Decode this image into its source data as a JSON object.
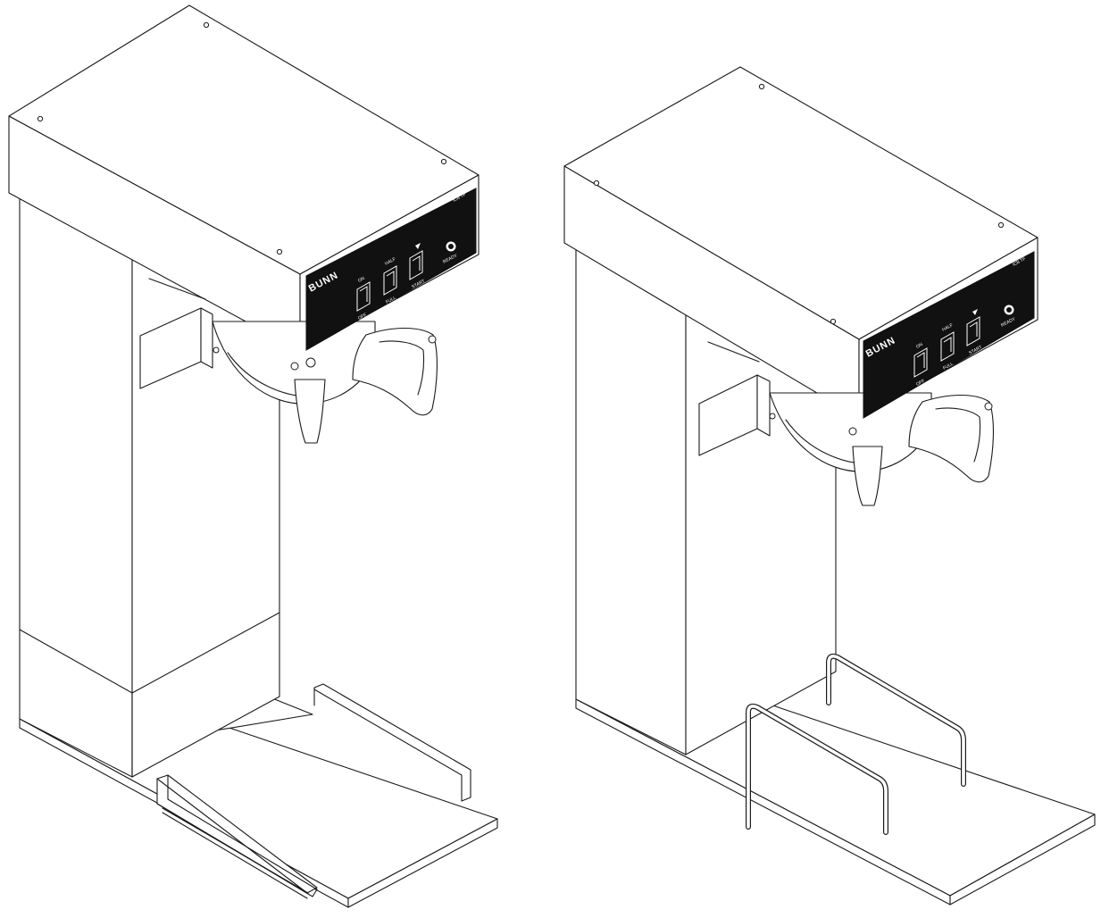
{
  "brewers": [
    {
      "id": "left",
      "brand": "BUNN",
      "model_text": "ICB TF",
      "switch_labels": {
        "power_top": "ON",
        "power_bottom": "OFF",
        "batch_top": "HALF",
        "batch_bottom": "FULL",
        "brew_bottom": "START"
      },
      "ready_label": "READY",
      "base_type": "tray"
    },
    {
      "id": "right",
      "brand": "BUNN",
      "model_text": "ICB TF",
      "switch_labels": {
        "power_top": "ON",
        "power_bottom": "OFF",
        "batch_top": "HALF",
        "batch_bottom": "FULL",
        "brew_bottom": "START"
      },
      "ready_label": "READY",
      "base_type": "wire-rack"
    }
  ]
}
